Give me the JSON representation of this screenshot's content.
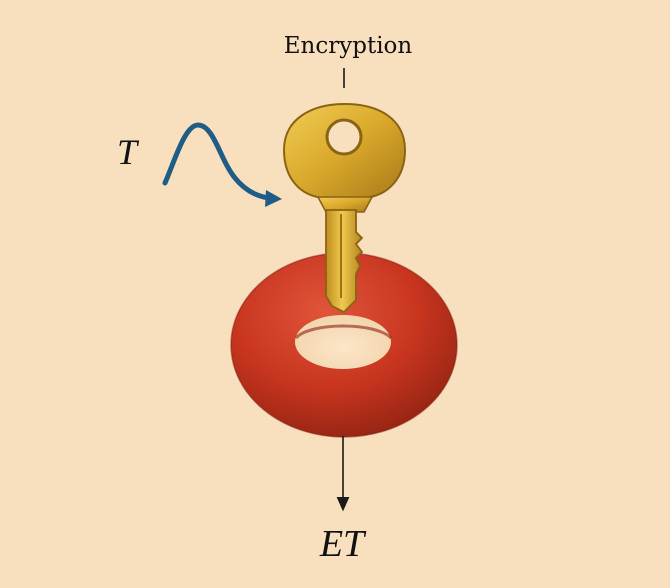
{
  "diagram": {
    "top_label": "Encryption",
    "input_label": "T",
    "output_label": "ET"
  },
  "icons": {
    "key": "key-icon",
    "torus": "torus-ring-icon",
    "wave": "wave-arrow-icon"
  },
  "colors": {
    "background": "#f8dfbd",
    "key_gold": "#d9a82b",
    "key_shadow": "#a8791a",
    "torus_red": "#c8351f",
    "torus_dark": "#8f2212",
    "wave_blue": "#1f5d86",
    "line": "#1a1a1a"
  }
}
